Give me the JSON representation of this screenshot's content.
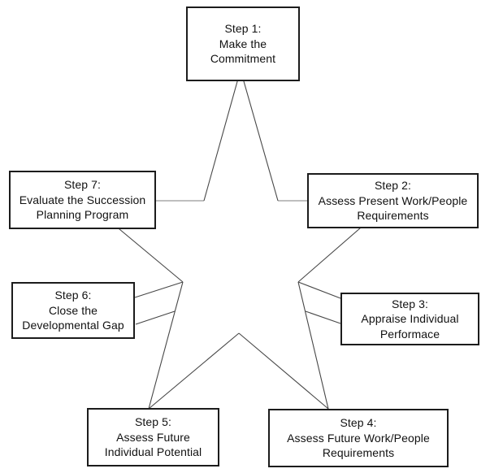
{
  "diagram": {
    "type": "star-process-diagram",
    "colors": {
      "edge": "#474747",
      "arm_edge": "#aaaaaa",
      "box_border": "#1c1c1c",
      "box_background": "#ffffff",
      "text": "#111111"
    },
    "steps": [
      {
        "title": "Step 1:",
        "line1": "Make the",
        "line2": "Commitment"
      },
      {
        "title": "Step 2:",
        "line1": "Assess Present Work/People",
        "line2": "Requirements"
      },
      {
        "title": "Step 3:",
        "line1": "Appraise Individual",
        "line2": "Performace"
      },
      {
        "title": "Step 4:",
        "line1": "Assess Future Work/People",
        "line2": "Requirements"
      },
      {
        "title": "Step 5:",
        "line1": "Assess Future",
        "line2": "Individual Potential"
      },
      {
        "title": "Step 6:",
        "line1": "Close the",
        "line2": "Developmental Gap"
      },
      {
        "title": "Step 7:",
        "line1": "Evaluate the Succession",
        "line2": "Planning Program"
      }
    ]
  }
}
